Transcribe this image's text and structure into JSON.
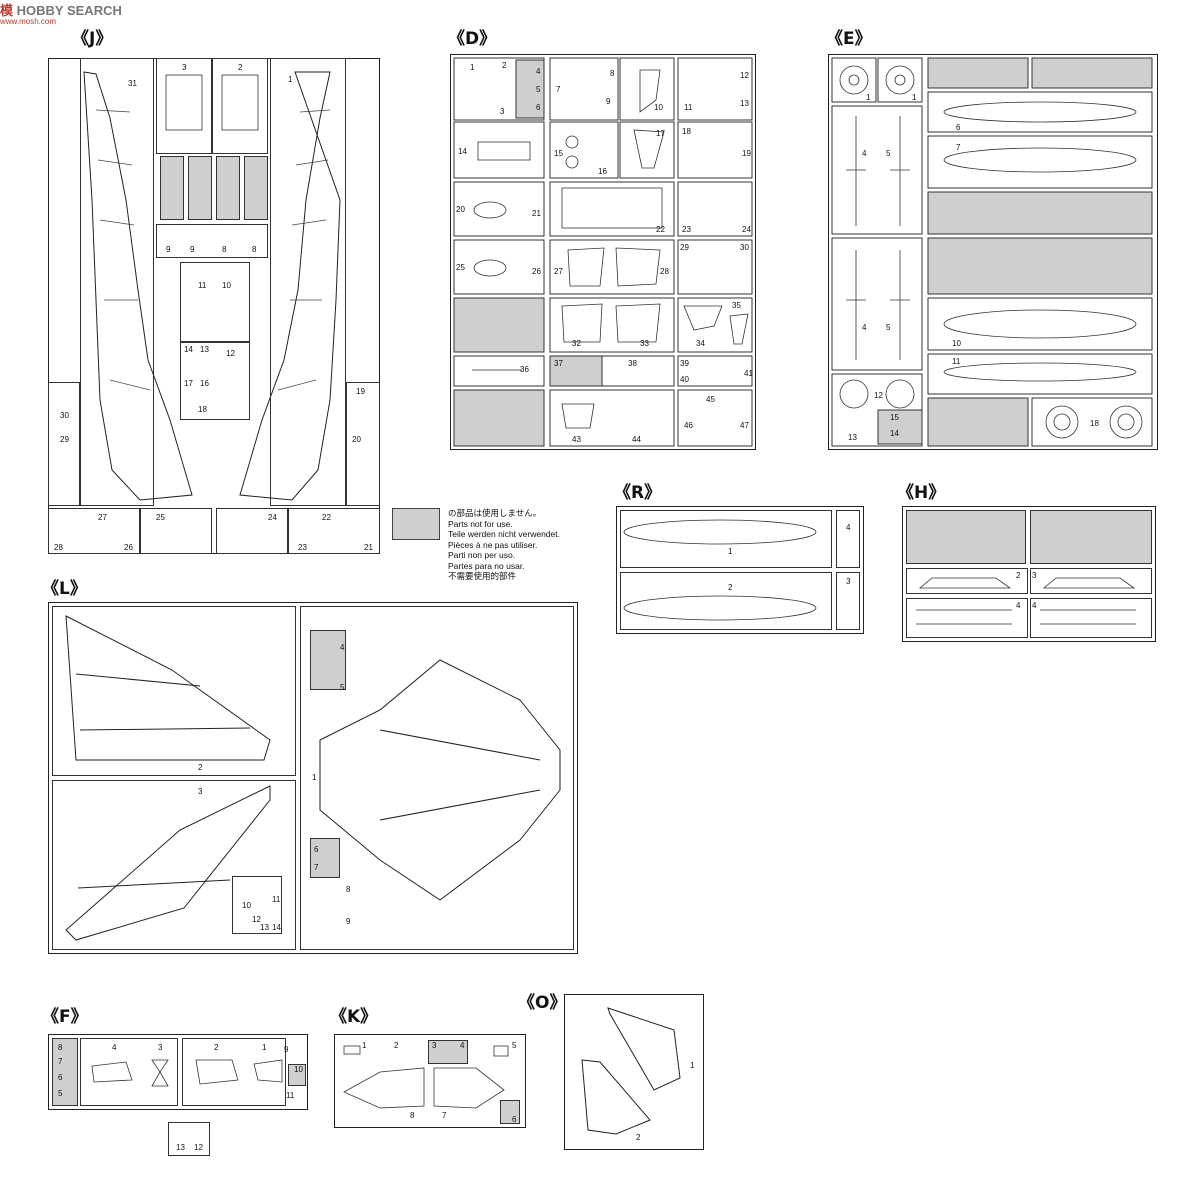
{
  "watermark": {
    "logo_text": "HOBBY SEARCH",
    "brand_prefix": "模",
    "url": "www.mosh.com"
  },
  "sprues": {
    "J": {
      "title": "《J》",
      "labels": [
        "31",
        "3",
        "2",
        "1",
        "9",
        "9",
        "8",
        "8",
        "11",
        "10",
        "14",
        "13",
        "12",
        "17",
        "16",
        "18",
        "30",
        "29",
        "19",
        "20",
        "27",
        "28",
        "26",
        "25",
        "24",
        "22",
        "23",
        "21"
      ]
    },
    "D": {
      "title": "《D》",
      "labels": [
        "1",
        "2",
        "3",
        "4",
        "5",
        "6",
        "7",
        "8",
        "9",
        "10",
        "11",
        "12",
        "13",
        "14",
        "15",
        "16",
        "17",
        "18",
        "19",
        "20",
        "21",
        "22",
        "23",
        "24",
        "25",
        "26",
        "27",
        "28",
        "29",
        "30",
        "32",
        "33",
        "34",
        "35",
        "36",
        "37",
        "38",
        "39",
        "40",
        "41",
        "43",
        "44",
        "45",
        "46",
        "47"
      ]
    },
    "E": {
      "title": "《E》",
      "labels": [
        "1",
        "1",
        "6",
        "7",
        "4",
        "5",
        "4",
        "5",
        "10",
        "11",
        "12",
        "13",
        "15",
        "14",
        "18"
      ]
    },
    "R": {
      "title": "《R》",
      "labels": [
        "1",
        "2",
        "3",
        "4"
      ]
    },
    "H": {
      "title": "《H》",
      "labels": [
        "2",
        "3",
        "4",
        "4"
      ]
    },
    "L": {
      "title": "《L》",
      "labels": [
        "2",
        "3",
        "1",
        "4",
        "5",
        "6",
        "7",
        "8",
        "9",
        "10",
        "11",
        "12",
        "13",
        "14"
      ]
    },
    "F": {
      "title": "《F》",
      "labels": [
        "8",
        "7",
        "6",
        "5",
        "4",
        "3",
        "2",
        "1",
        "9",
        "10",
        "11",
        "13",
        "12"
      ]
    },
    "K": {
      "title": "《K》",
      "labels": [
        "1",
        "2",
        "3",
        "4",
        "5",
        "6",
        "7",
        "8"
      ]
    },
    "O": {
      "title": "《O》",
      "labels": [
        "1",
        "2"
      ]
    }
  },
  "legend": {
    "japanese": "の部品は使用しません。",
    "english": "Parts not for use.",
    "german": "Teile werden nicht verwendet.",
    "french": "Pièces à ne pas utiliser.",
    "italian": "Parti non per uso.",
    "spanish": "Partes para no usar.",
    "chinese": "不需要使用的部件"
  }
}
